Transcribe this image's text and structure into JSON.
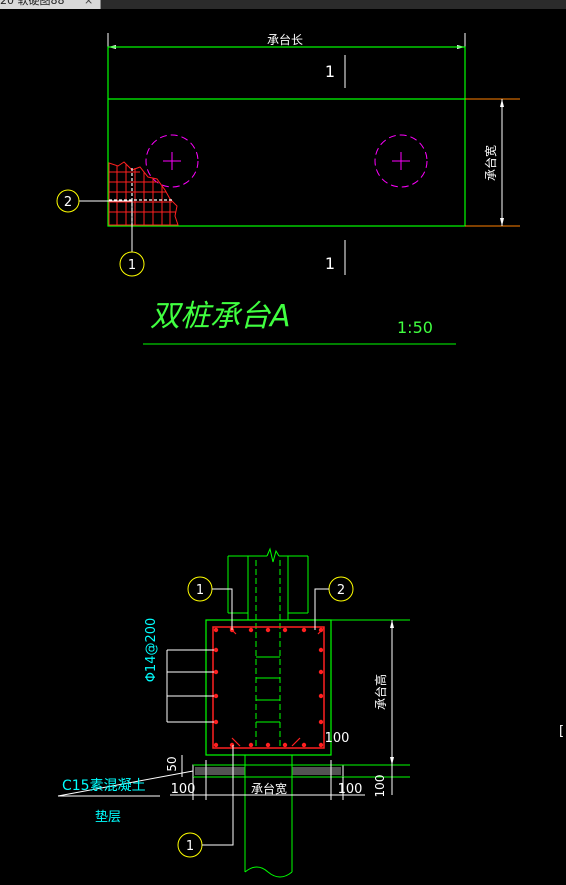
{
  "tab": {
    "title": "20 软硬图88",
    "close_glyph": "×"
  },
  "plan": {
    "dim_length": "承台长",
    "dim_width": "承台宽",
    "section_mark_top": "1",
    "section_mark_bottom": "1",
    "callout_rebar_2": "2",
    "callout_rebar_1": "1",
    "title": "双桩承台A",
    "scale": "1:50"
  },
  "section": {
    "callout_top_left": "1",
    "callout_top_right": "2",
    "callout_bottom": "1",
    "side_rebar": "Φ14@200",
    "dim_height": "承台高",
    "dim_width": "承台宽",
    "cover_right": "100",
    "cushion_dim": "50",
    "offset_left": "100",
    "offset_right": "100",
    "cushion_thickness": "100",
    "cushion_material": "C15素混凝土",
    "cushion_label": "垫层"
  },
  "colors": {
    "background": "#000000",
    "outline": "#00ff00",
    "dimension": "#ffffff",
    "dim_ext": "#ff8000",
    "pile": "#ff00ff",
    "rebar": "#ff2020",
    "callout": "#ffff00",
    "text_cyan": "#00ffff",
    "title_green": "#40ff40"
  }
}
